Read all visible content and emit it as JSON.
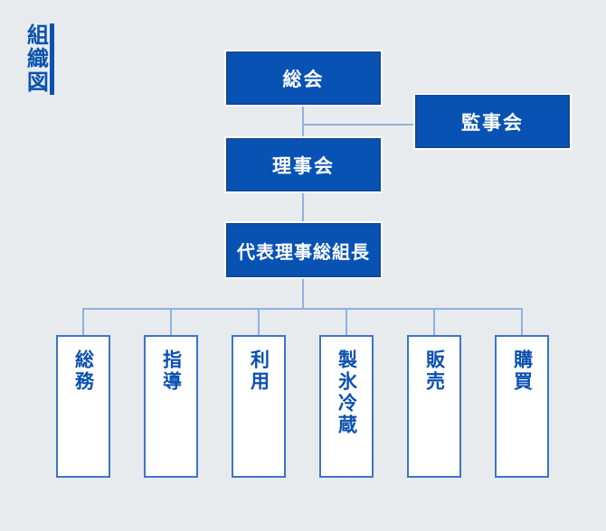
{
  "title": {
    "text": "組織図"
  },
  "nodes": {
    "general_meeting": {
      "label": "総会"
    },
    "auditors_board": {
      "label": "監事会"
    },
    "board_of_directors": {
      "label": "理事会"
    },
    "representative_director": {
      "label": "代表理事総組長"
    }
  },
  "departments": [
    {
      "label": "総務"
    },
    {
      "label": "指導"
    },
    {
      "label": "利用"
    },
    {
      "label": "製氷冷蔵"
    },
    {
      "label": "販売"
    },
    {
      "label": "購買"
    }
  ],
  "colors": {
    "background": "#e8ebee",
    "node_fill": "#0852b4",
    "node_border": "#114a98",
    "node_text": "#ffffff",
    "dept_border": "#3d75c4",
    "dept_text": "#0b50b0",
    "connector": "#8fb2de",
    "title_text": "#0b52ae"
  }
}
